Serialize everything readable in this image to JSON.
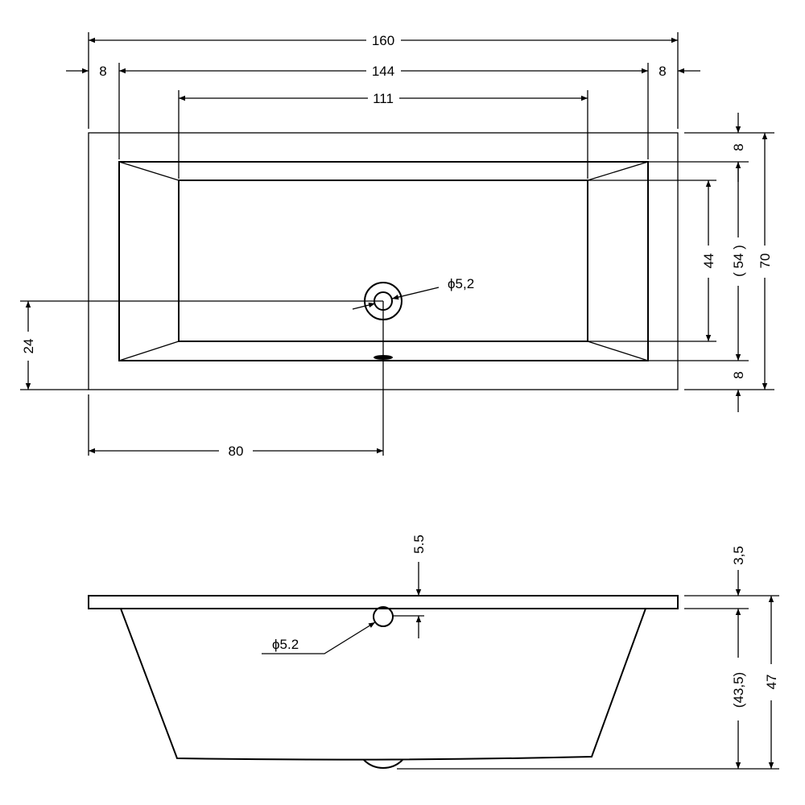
{
  "top_view": {
    "overall_length": "160",
    "rim_left": "8",
    "inner_length": "144",
    "rim_right": "8",
    "bottom_length": "111",
    "rim_top": "8",
    "inner_width": "( 54 )",
    "rim_bottom": "8",
    "bottom_width": "44",
    "overall_width": "70",
    "drain_offset_y": "24",
    "drain_offset_x": "80",
    "drain_diameter": "ϕ5,2"
  },
  "side_view": {
    "drain_depth": "5.5",
    "drain_diameter": "ϕ5.2",
    "rim_thickness": "3,5",
    "inner_depth": "(43,5)",
    "overall_height": "47"
  }
}
